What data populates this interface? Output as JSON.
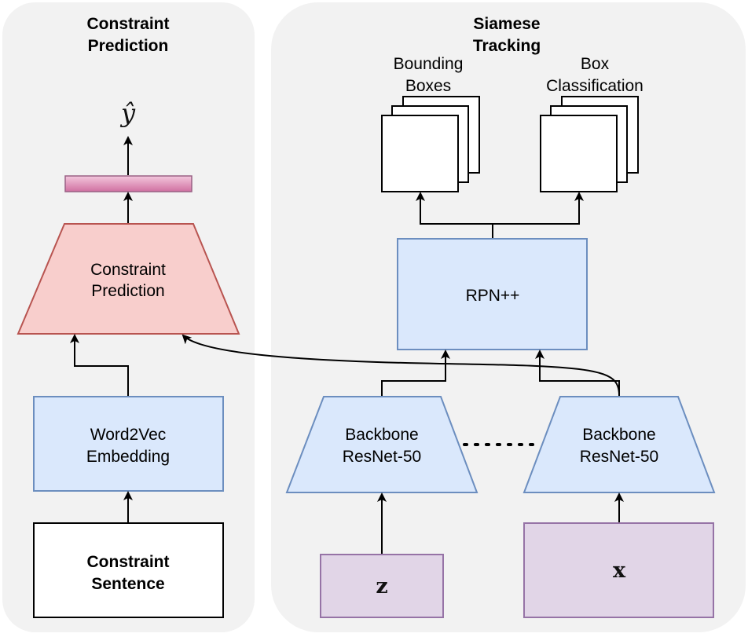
{
  "panels": {
    "left_title_line1": "Constraint",
    "left_title_line2": "Prediction",
    "right_title_line1": "Siamese",
    "right_title_line2": "Tracking"
  },
  "nodes": {
    "y_hat": "ŷ",
    "constraint_prediction_line1": "Constraint",
    "constraint_prediction_line2": "Prediction",
    "word2vec_line1": "Word2Vec",
    "word2vec_line2": "Embedding",
    "sentence_line1": "Constraint",
    "sentence_line2": "Sentence",
    "bbox_line1": "Bounding",
    "bbox_line2": "Boxes",
    "boxcls_line1": "Box",
    "boxcls_line2": "Classification",
    "rpn": "RPN++",
    "backbone_left_line1": "Backbone",
    "backbone_left_line2": "ResNet-50",
    "backbone_right_line1": "Backbone",
    "backbone_right_line2": "ResNet-50",
    "input_z": "z",
    "input_x": "x"
  },
  "colors": {
    "panel_fill": "#f2f2f2",
    "blue_fill": "#dae8fc",
    "blue_stroke": "#6c8ebf",
    "red_fill": "#f8cecc",
    "red_stroke": "#b85450",
    "purple_fill": "#e1d5e7",
    "purple_stroke": "#9673a6",
    "embedding_bar": "#e6a0c4"
  }
}
